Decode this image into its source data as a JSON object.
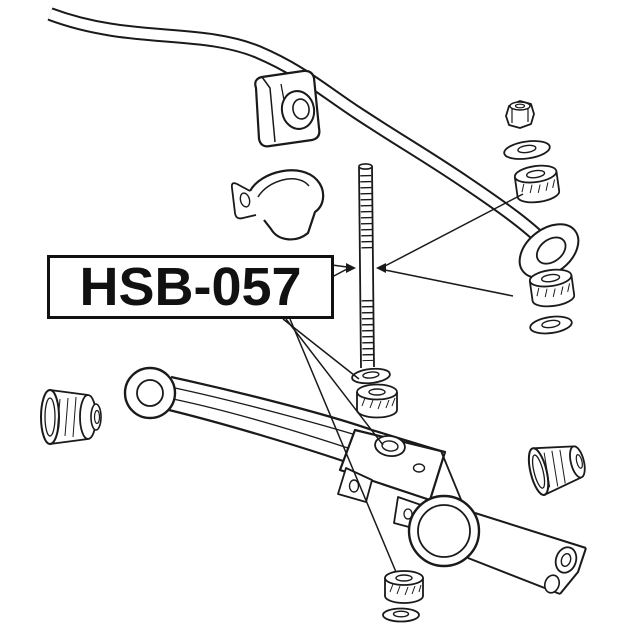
{
  "diagram": {
    "part_number": "HSB-057",
    "colors": {
      "background": "#ffffff",
      "line": "#1a1a1a"
    },
    "parts": [
      "stabilizer-bar",
      "stabilizer-bar-eye",
      "stabilizer-bushing-bracket",
      "stabilizer-clamp-bracket",
      "stabilizer-link-rod",
      "link-nut",
      "link-washer-upper",
      "link-bushing-upper",
      "link-bushing-lower",
      "link-washer-lower",
      "center-washer",
      "center-bushing",
      "lower-control-arm",
      "control-arm-bushing-left",
      "control-arm-bushing-right",
      "bottom-bushing",
      "bottom-washer"
    ]
  }
}
